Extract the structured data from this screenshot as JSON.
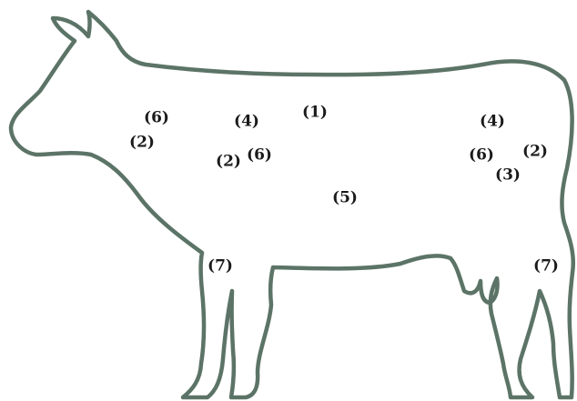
{
  "diagram": {
    "outline_color": "#5c7467",
    "label_color": "#1a1a1a",
    "markers": {
      "neck_6": "(6)",
      "neck_2": "(2)",
      "fore_4": "(4)",
      "fore_2": "(2)",
      "fore_6": "(6)",
      "back_1": "(1)",
      "belly_5": "(5)",
      "hind_4": "(4)",
      "hind_6": "(6)",
      "hind_2": "(2)",
      "hind_3": "(3)",
      "front_leg_7": "(7)",
      "rear_leg_7": "(7)"
    }
  }
}
